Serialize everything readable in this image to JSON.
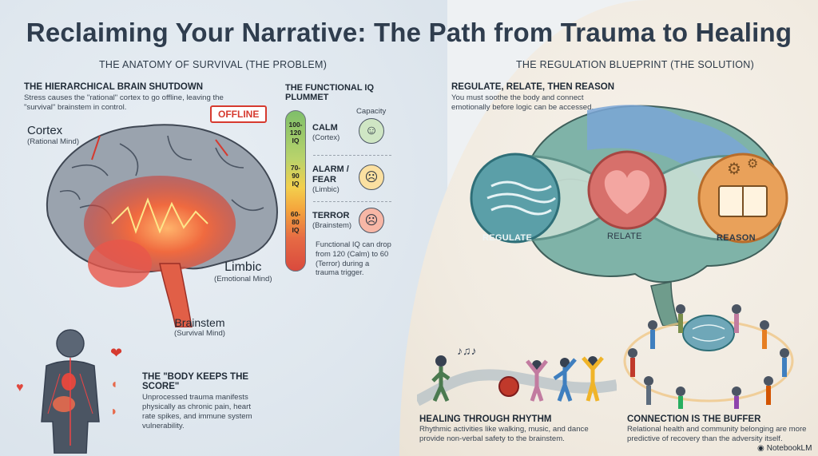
{
  "title": "Reclaiming Your Narrative: The Path from Trauma to Healing",
  "left": {
    "section_head": "THE ANATOMY OF SURVIVAL (THE PROBLEM)",
    "brain_shutdown": {
      "heading": "THE HIERARCHICAL BRAIN SHUTDOWN",
      "text": "Stress causes the \"rational\" cortex to go offline, leaving the \"survival\" brainstem in control."
    },
    "offline_label": "OFFLINE",
    "cortex": {
      "label": "Cortex",
      "sub": "(Rational Mind)"
    },
    "limbic": {
      "label": "Limbic",
      "sub": "(Emotional Mind)"
    },
    "brainstem": {
      "label": "Brainstem",
      "sub": "(Survival Mind)"
    },
    "iq": {
      "heading_line1": "THE FUNCTIONAL IQ",
      "heading_line2": "PLUMMET",
      "capacity_label": "Capacity",
      "levels": [
        {
          "iq_line1": "100-",
          "iq_line2": "120",
          "iq_line3": "IQ",
          "state": "CALM",
          "sub": "(Cortex)",
          "icon": "calm-head-icon"
        },
        {
          "iq_line1": "70-",
          "iq_line2": "90",
          "iq_line3": "IQ",
          "state_line1": "ALARM /",
          "state_line2": "FEAR",
          "sub": "(Limbic)",
          "icon": "worried-face-icon"
        },
        {
          "iq_line1": "60-",
          "iq_line2": "80",
          "iq_line3": "IQ",
          "state": "TERROR",
          "sub": "(Brainstem)",
          "icon": "screaming-face-icon"
        }
      ],
      "note": "Functional IQ can drop from 120 (Calm) to 60 (Terror) during a trauma trigger."
    },
    "body": {
      "heading_line1": "THE \"BODY KEEPS THE",
      "heading_line2": "SCORE\"",
      "text": "Unprocessed trauma manifests physically as chronic pain, heart rate spikes, and immune system vulnerability."
    }
  },
  "right": {
    "section_head": "THE REGULATION BLUEPRINT (THE SOLUTION)",
    "regulate": {
      "heading": "REGULATE, RELATE, THEN REASON",
      "text": "You must soothe the body and connect emotionally before logic can be accessed."
    },
    "steps": [
      "REGULATE",
      "RELATE",
      "REASON"
    ],
    "rhythm": {
      "heading": "HEALING THROUGH RHYTHM",
      "text": "Rhythmic activities like walking, music, and dance provide non-verbal safety to the brainstem."
    },
    "connection": {
      "heading": "CONNECTION IS THE BUFFER",
      "text": "Relational health and community belonging are more predictive of recovery than the adversity itself."
    }
  },
  "brand": "NotebookLM",
  "colors": {
    "alert": "#d63a2f",
    "calm": "#7fbf6a",
    "fear": "#f3cf4d",
    "terror": "#d94a3d",
    "title": "#2f3d4e"
  }
}
